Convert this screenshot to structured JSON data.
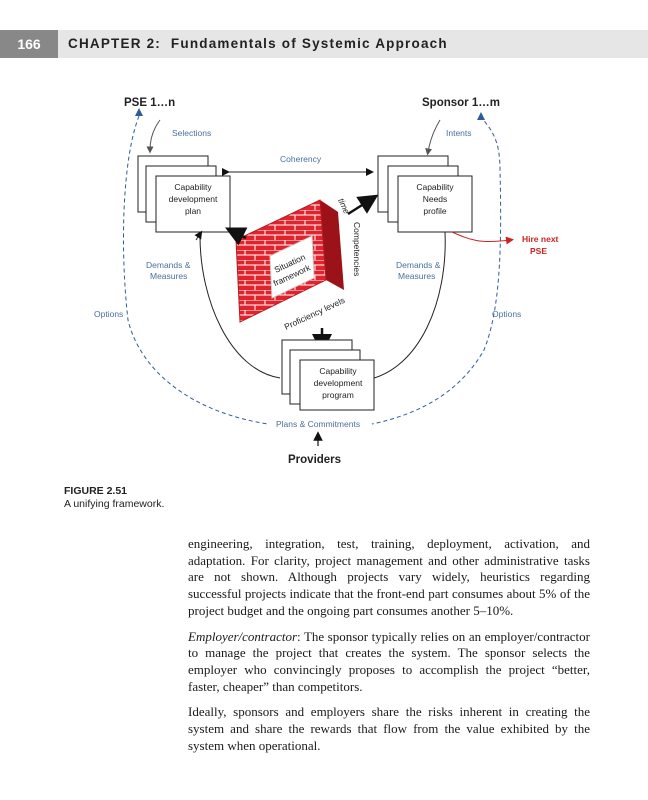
{
  "header": {
    "page_number": "166",
    "chapter": "CHAPTER 2:",
    "title": "Fundamentals of Systemic Approach"
  },
  "figure": {
    "label": "FIGURE 2.51",
    "caption": "A unifying framework.",
    "pse": "PSE 1…n",
    "sponsor": "Sponsor 1…m",
    "selections": "Selections",
    "intents": "Intents",
    "coherency": "Coherency",
    "cap_dev_plan": [
      "Capability",
      "development",
      "plan"
    ],
    "cap_needs_profile": [
      "Capability",
      "Needs",
      "profile"
    ],
    "cap_dev_program": [
      "Capability",
      "development",
      "program"
    ],
    "time": "time",
    "competencies": "Competencies",
    "proficiency": "Proficiency levels",
    "situation": [
      "Situation",
      "framework"
    ],
    "demands_left": [
      "Demands &",
      "Measures"
    ],
    "demands_right": [
      "Demands &",
      "Measures"
    ],
    "options_left": "Options",
    "options_right": "Options",
    "hire_next": [
      "Hire next",
      "PSE"
    ],
    "plans": "Plans & Commitments",
    "providers": "Providers",
    "colors": {
      "brick": "#e0242e",
      "accent_red": "#cc2222",
      "arrow_blue": "#2e5c9a",
      "label_blue": "#4a6f9e"
    }
  },
  "body": {
    "p1": "engineering, integration, test, training, deployment, activation, and adaptation. For clarity, project management and other administrative tasks are not shown. Although projects vary widely, heuristics regarding successful projects indicate that the front-end part consumes about 5% of the project budget and the ongoing part consumes another 5–10%.",
    "p2_lead": "Employer/contractor",
    "p2_rest": ": The sponsor typically relies on an employer/contractor to manage the project that creates the system. The sponsor selects the employer who convincingly proposes to accomplish the project “better, faster, cheaper” than competitors.",
    "p3": "Ideally, sponsors and employers share the risks inherent in creating the system and share the rewards that flow from the value exhibited by the system when operational."
  }
}
